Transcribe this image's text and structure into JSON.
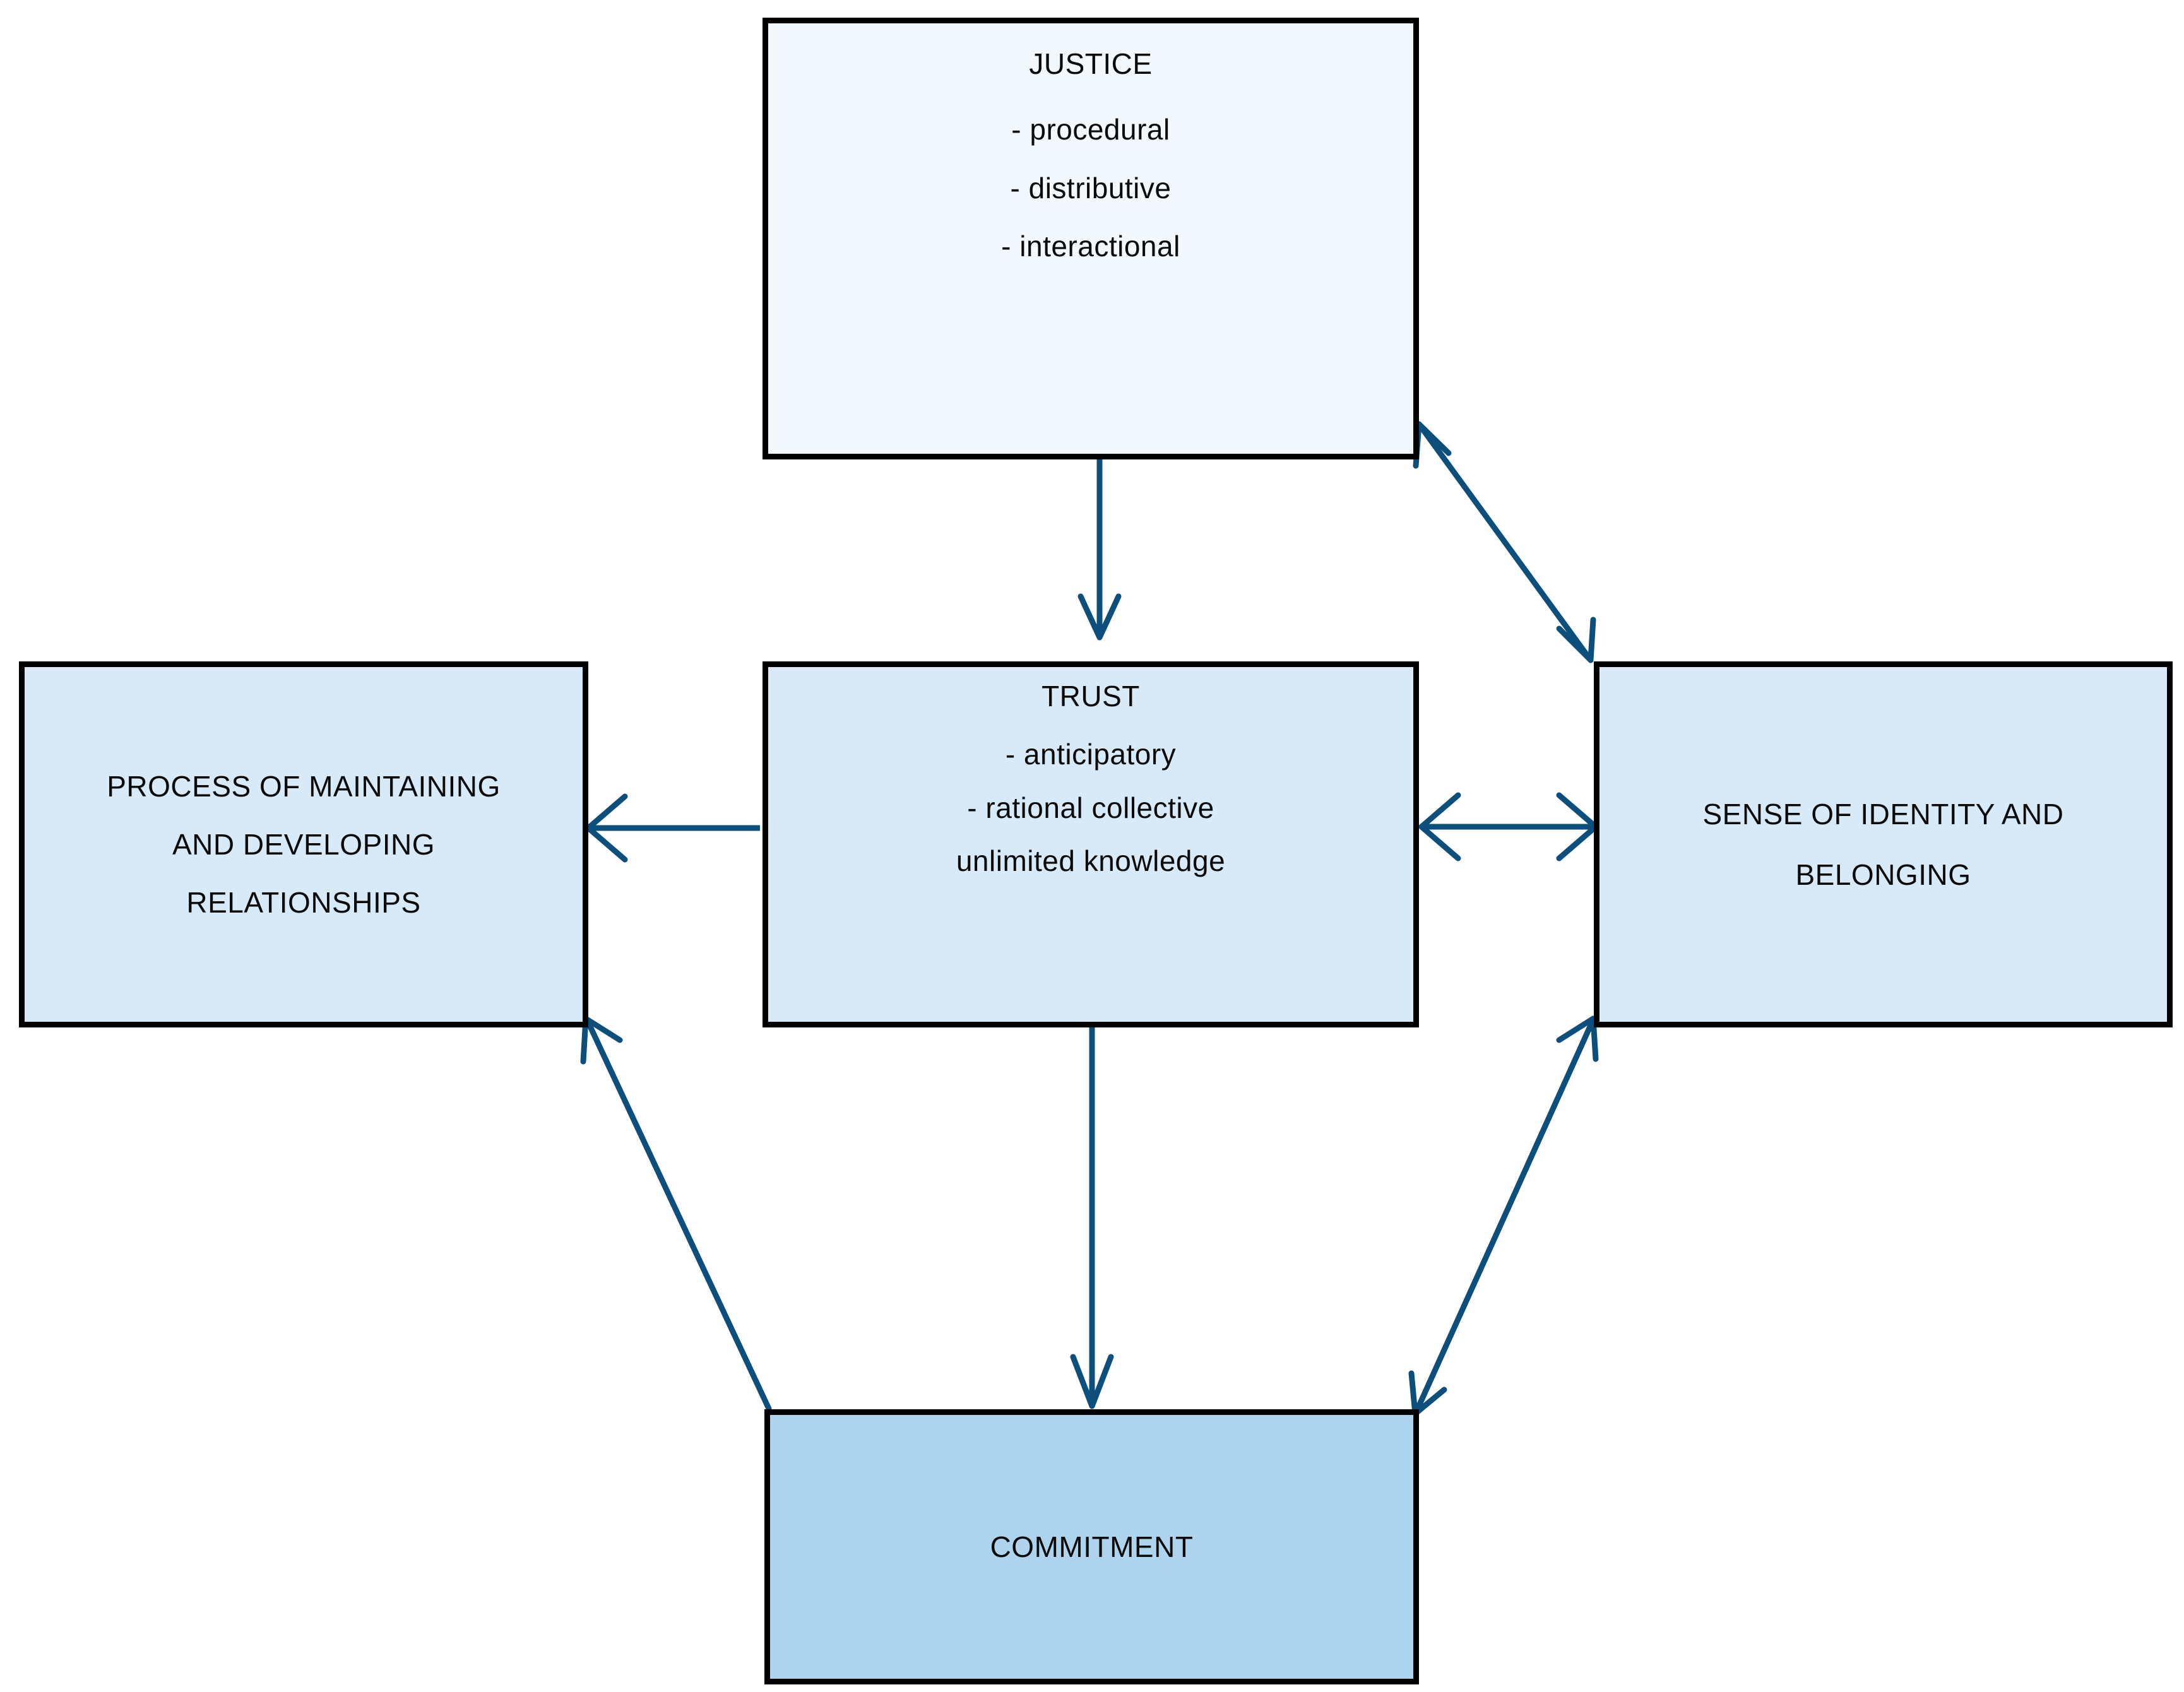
{
  "diagram": {
    "title": "Justice, Trust, Commitment relationship model",
    "palette": {
      "node_border": "#000000",
      "node_fill_pale": "#f3f8fd",
      "node_fill_light": "#d8e9f7",
      "node_fill_medium": "#aed4ed",
      "arrow": "#0d4f7c",
      "text": "#0a0a0a",
      "background": "#ffffff"
    },
    "nodes": [
      {
        "id": "justice",
        "heading": "JUSTICE",
        "lines": [
          "JUSTICE",
          "- procedural",
          "- distributive",
          "- interactional"
        ],
        "fill": "#f3f8fd"
      },
      {
        "id": "process",
        "heading": "PROCESS OF MAINTAINING AND DEVELOPING RELATIONSHIPS",
        "lines": [
          "PROCESS OF MAINTAINING",
          "AND DEVELOPING",
          "RELATIONSHIPS"
        ],
        "fill": "#d8e9f7"
      },
      {
        "id": "trust",
        "heading": "TRUST",
        "lines": [
          "TRUST",
          "- anticipatory",
          "- rational collective",
          "unlimited knowledge"
        ],
        "fill": "#d8e9f7"
      },
      {
        "id": "identity",
        "heading": "SENSE OF IDENTITY AND BELONGING",
        "lines": [
          "SENSE OF IDENTITY AND",
          "BELONGING"
        ],
        "fill": "#d8e9f7"
      },
      {
        "id": "commitment",
        "heading": "COMMITMENT",
        "lines": [
          "COMMITMENT"
        ],
        "fill": "#aed4ed"
      }
    ],
    "edges": [
      {
        "id": "justice-to-trust",
        "from": "justice",
        "to": "trust",
        "direction": "one-way"
      },
      {
        "id": "justice-to-identity",
        "from": "justice",
        "to": "identity",
        "direction": "two-way"
      },
      {
        "id": "trust-to-process",
        "from": "trust",
        "to": "process",
        "direction": "one-way"
      },
      {
        "id": "trust-to-identity",
        "from": "trust",
        "to": "identity",
        "direction": "two-way"
      },
      {
        "id": "trust-to-commitment",
        "from": "trust",
        "to": "commitment",
        "direction": "one-way"
      },
      {
        "id": "commitment-to-process",
        "from": "commitment",
        "to": "process",
        "direction": "one-way"
      },
      {
        "id": "commitment-to-identity",
        "from": "commitment",
        "to": "identity",
        "direction": "two-way"
      }
    ]
  },
  "justice": {
    "title": "JUSTICE",
    "item1": "- procedural",
    "item2": "- distributive",
    "item3": "- interactional"
  },
  "process": {
    "line1": "PROCESS OF MAINTAINING",
    "line2": "AND DEVELOPING",
    "line3": "RELATIONSHIPS"
  },
  "trust": {
    "title": "TRUST",
    "item1": "- anticipatory",
    "item2": "- rational collective",
    "item3": "unlimited knowledge"
  },
  "identity": {
    "line1": "SENSE OF IDENTITY AND",
    "line2": "BELONGING"
  },
  "commitment": {
    "title": "COMMITMENT"
  }
}
